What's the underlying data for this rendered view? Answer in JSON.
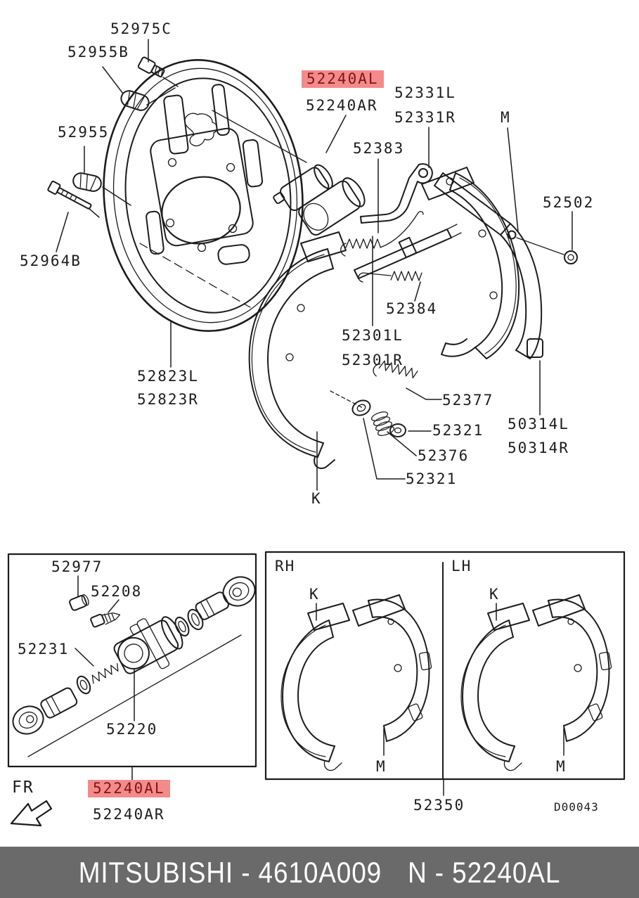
{
  "theme": {
    "ink": "#1c1c1c",
    "paper": "#ffffff",
    "highlight-bg": "#f48b8b",
    "highlight-text": "#7d1416",
    "footer-bg": "#6a6a6a",
    "footer-text": "#ffffff"
  },
  "main": {
    "labels": {
      "p52975c": "52975C",
      "p52955b": "52955B",
      "p52955": "52955",
      "p52964b": "52964B",
      "p52240al": "52240AL",
      "p52240ar": "52240AR",
      "p52331l": "52331L",
      "p52331r": "52331R",
      "p52383": "52383",
      "m": "M",
      "p52502": "52502",
      "p52384": "52384",
      "p52301l": "52301L",
      "p52301r": "52301R",
      "p52377": "52377",
      "p52321_upper": "52321",
      "p50314l": "50314L",
      "p50314r": "50314R",
      "p52376": "52376",
      "p52321_lower": "52321",
      "p52823l": "52823L",
      "p52823r": "52823R",
      "k": "K"
    }
  },
  "cylinder_inset": {
    "labels": {
      "p52977": "52977",
      "p52208": "52208",
      "p52231": "52231",
      "p52220": "52220",
      "p52240al": "52240AL",
      "p52240ar": "52240AR"
    },
    "direction_label": "FR"
  },
  "shoe_inset": {
    "labels": {
      "rh": "RH",
      "lh": "LH",
      "k_rh": "K",
      "m_rh": "M",
      "k_lh": "K",
      "m_lh": "M",
      "p52350": "52350"
    },
    "drawing_code": "D00043"
  },
  "footer": {
    "left_text": "MITSUBISHI - 4610A009",
    "right_text": "N - 52240AL"
  }
}
